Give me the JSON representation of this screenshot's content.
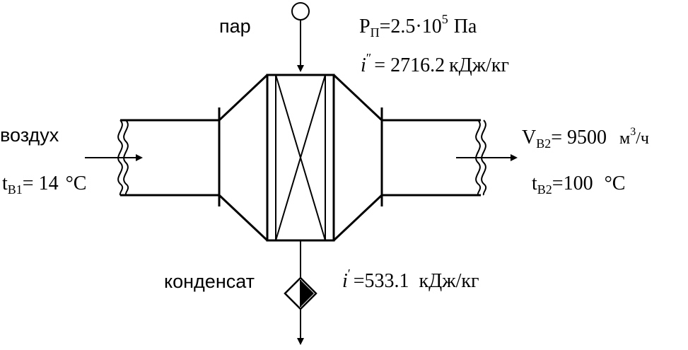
{
  "labels": {
    "steam": "пар",
    "air": "воздух",
    "condensate": "конденсат"
  },
  "steam_params": {
    "pressure_symbol": "P",
    "pressure_sub": "П",
    "pressure_value": "=2.5·10",
    "pressure_exp": "5",
    "pressure_unit": "Па",
    "enthalpy_symbol": "i",
    "enthalpy_prime": "″",
    "enthalpy_value": "= 2716.2",
    "enthalpy_unit": "кДж/кг"
  },
  "inlet_air": {
    "temp_symbol": "t",
    "temp_sub": "В1",
    "temp_value": "= 14",
    "temp_unit": "°С"
  },
  "outlet_air": {
    "flow_symbol": "V",
    "flow_sub": "В2",
    "flow_value": "= 9500",
    "flow_unit_base": "м",
    "flow_unit_exp": "3",
    "flow_unit_tail": "/ч",
    "temp_symbol": "t",
    "temp_sub": "В2",
    "temp_value": "=100",
    "temp_unit": "°С"
  },
  "condensate_params": {
    "enthalpy_symbol": "i",
    "enthalpy_prime": "′",
    "enthalpy_value": "=533.1",
    "enthalpy_unit": "кДж/кг"
  }
}
